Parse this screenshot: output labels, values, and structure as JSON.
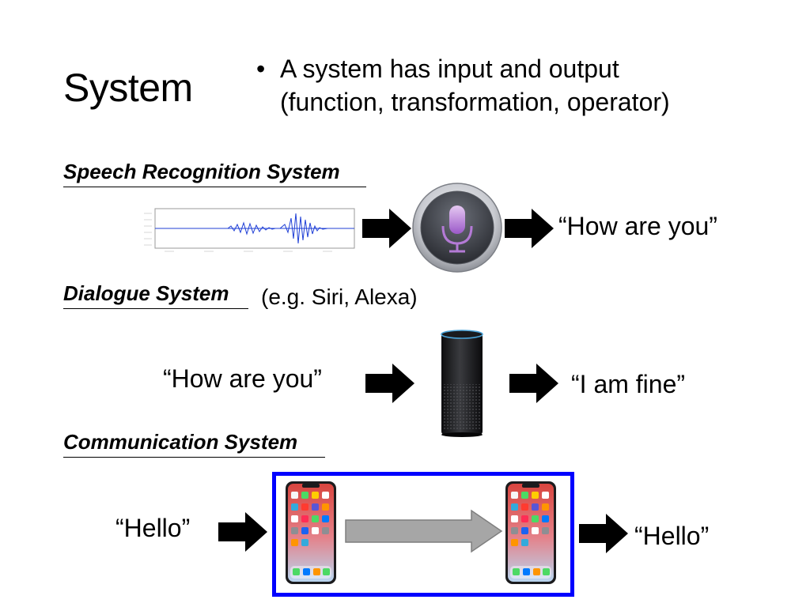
{
  "slide": {
    "title": "System",
    "bullet": {
      "symbol": "•",
      "line1": "A system has input and output",
      "line2": "(function, transformation, operator)"
    }
  },
  "speech_recognition": {
    "heading": "Speech Recognition System",
    "output": "“How are you”"
  },
  "dialogue": {
    "heading": "Dialogue System",
    "note": "(e.g. Siri, Alexa)",
    "input": "“How are you”",
    "output": "“I am fine”"
  },
  "communication": {
    "heading": "Communication System",
    "input": "“Hello”",
    "output": "“Hello”",
    "box_color": "#0000ff"
  },
  "colors": {
    "arrow_black": "#000000",
    "arrow_gray": "#a6a6a6",
    "waveform_blue": "#1f3fd6"
  },
  "icons": {
    "siri": "siri-microphone-icon",
    "echo": "amazon-echo-speaker-icon",
    "phone": "smartphone-icon"
  }
}
